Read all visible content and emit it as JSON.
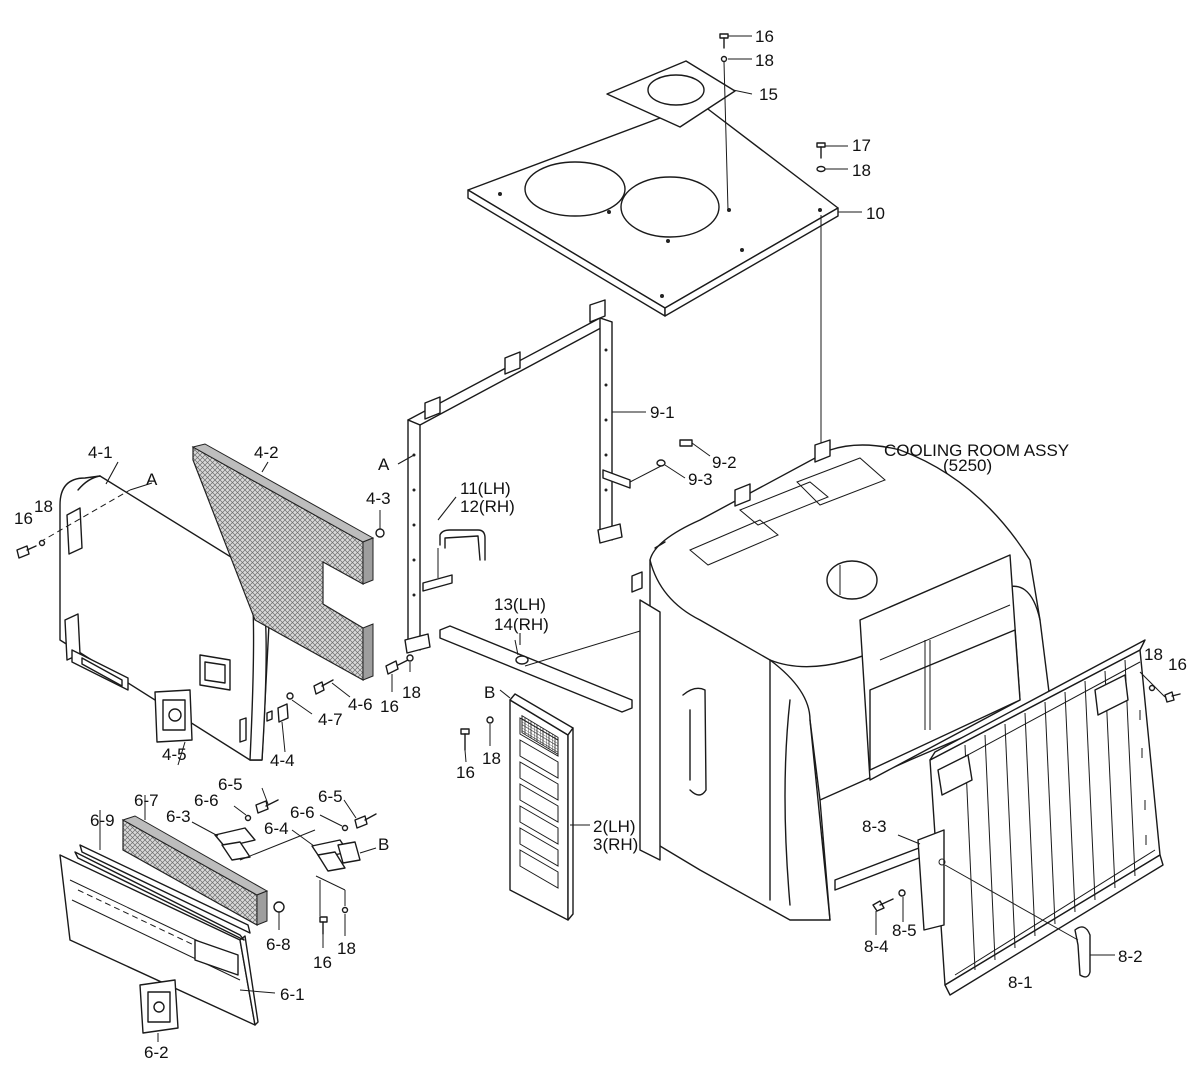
{
  "labels": {
    "p16a": "16",
    "p18a": "18",
    "p15": "15",
    "p17": "17",
    "p18b": "18",
    "p10": "10",
    "cooling_title": "COOLING ROOM ASSY",
    "cooling_code": "(5250)",
    "p9_1": "9-1",
    "p9_2": "9-2",
    "p9_3": "9-3",
    "p4_1": "4-1",
    "p4_2": "4-2",
    "p4_3": "4-3",
    "p4_4": "4-4",
    "p4_5": "4-5",
    "p4_6": "4-6",
    "p4_7": "4-7",
    "refA1": "A",
    "refA2": "A",
    "refB1": "B",
    "refB2": "B",
    "p16c": "16",
    "p18c": "18",
    "p11": "11(LH)",
    "p12": "12(RH)",
    "p13": "13(LH)",
    "p14": "14(RH)",
    "p16d": "16",
    "p18d": "18",
    "p16e": "16",
    "p18e": "18",
    "p2": "2(LH)",
    "p3": "3(RH)",
    "p18f": "18",
    "p16f": "16",
    "p8_1": "8-1",
    "p8_2": "8-2",
    "p8_3": "8-3",
    "p8_4": "8-4",
    "p8_5": "8-5",
    "p6_1": "6-1",
    "p6_2": "6-2",
    "p6_3": "6-3",
    "p6_4": "6-4",
    "p6_5a": "6-5",
    "p6_5b": "6-5",
    "p6_6a": "6-6",
    "p6_6b": "6-6",
    "p6_7": "6-7",
    "p6_8": "6-8",
    "p6_9": "6-9",
    "p16g": "16",
    "p18g": "18"
  }
}
